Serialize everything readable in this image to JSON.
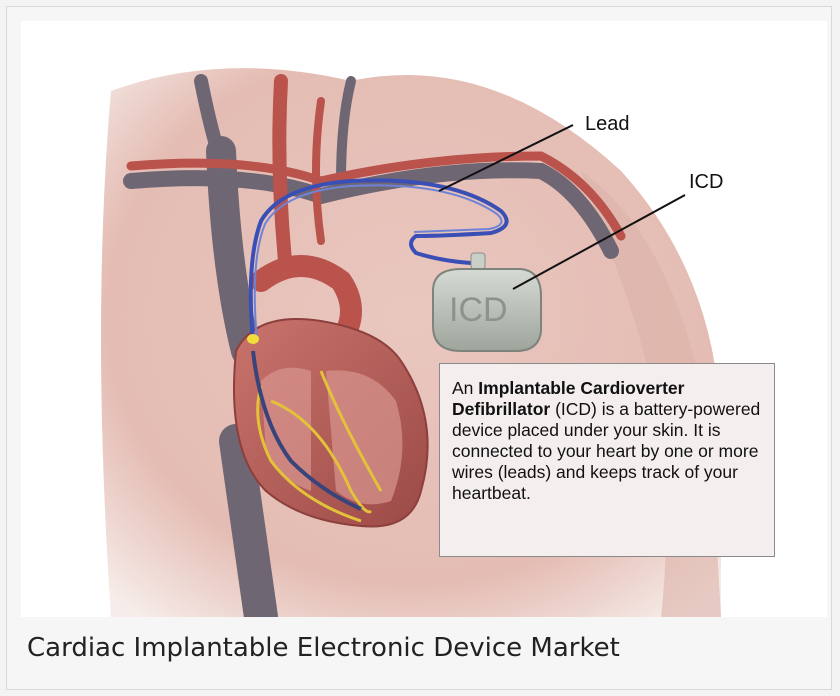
{
  "figure": {
    "label_lead": "Lead",
    "label_icd": "ICD",
    "device_text": "ICD",
    "info": {
      "prefix": "An ",
      "bold": "Implantable Cardioverter Defibrillator",
      "rest": " (ICD) is a battery-powered device placed under your skin.  It is connected to your heart by one or more wires (leads) and keeps track of your heartbeat."
    }
  },
  "caption": "Cardiac Implantable Electronic Device Market",
  "colors": {
    "skin": "#e8c4bc",
    "artery": "#b8504a",
    "vein": "#6b6270",
    "lead_wire": "#3a4fb5",
    "device": "#b9bfb8"
  }
}
